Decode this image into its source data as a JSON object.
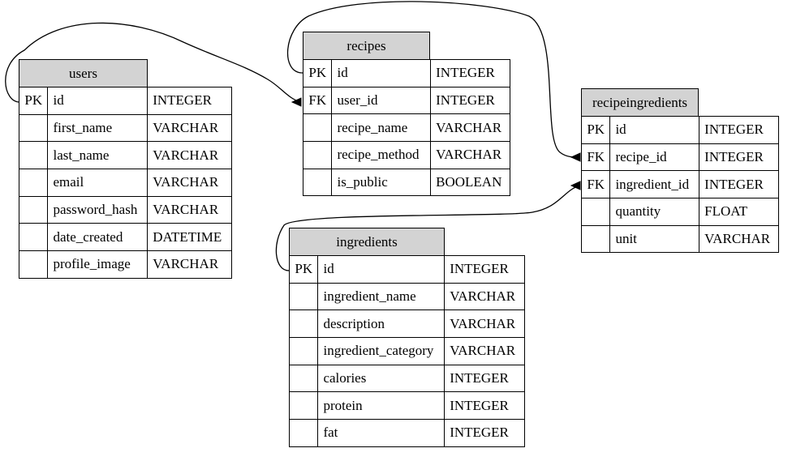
{
  "entities": {
    "users": {
      "title": "users",
      "columns": [
        {
          "key": "PK",
          "name": "id",
          "type": "INTEGER"
        },
        {
          "key": "",
          "name": "first_name",
          "type": "VARCHAR"
        },
        {
          "key": "",
          "name": "last_name",
          "type": "VARCHAR"
        },
        {
          "key": "",
          "name": "email",
          "type": "VARCHAR"
        },
        {
          "key": "",
          "name": "password_hash",
          "type": "VARCHAR"
        },
        {
          "key": "",
          "name": "date_created",
          "type": "DATETIME"
        },
        {
          "key": "",
          "name": "profile_image",
          "type": "VARCHAR"
        }
      ]
    },
    "recipes": {
      "title": "recipes",
      "columns": [
        {
          "key": "PK",
          "name": "id",
          "type": "INTEGER"
        },
        {
          "key": "FK",
          "name": "user_id",
          "type": "INTEGER"
        },
        {
          "key": "",
          "name": "recipe_name",
          "type": "VARCHAR"
        },
        {
          "key": "",
          "name": "recipe_method",
          "type": "VARCHAR"
        },
        {
          "key": "",
          "name": "is_public",
          "type": "BOOLEAN"
        }
      ]
    },
    "recipeingredients": {
      "title": "recipeingredients",
      "columns": [
        {
          "key": "PK",
          "name": "id",
          "type": "INTEGER"
        },
        {
          "key": "FK",
          "name": "recipe_id",
          "type": "INTEGER"
        },
        {
          "key": "FK",
          "name": "ingredient_id",
          "type": "INTEGER"
        },
        {
          "key": "",
          "name": "quantity",
          "type": "FLOAT"
        },
        {
          "key": "",
          "name": "unit",
          "type": "VARCHAR"
        }
      ]
    },
    "ingredients": {
      "title": "ingredients",
      "columns": [
        {
          "key": "PK",
          "name": "id",
          "type": "INTEGER"
        },
        {
          "key": "",
          "name": "ingredient_name",
          "type": "VARCHAR"
        },
        {
          "key": "",
          "name": "description",
          "type": "VARCHAR"
        },
        {
          "key": "",
          "name": "ingredient_category",
          "type": "VARCHAR"
        },
        {
          "key": "",
          "name": "calories",
          "type": "INTEGER"
        },
        {
          "key": "",
          "name": "protein",
          "type": "INTEGER"
        },
        {
          "key": "",
          "name": "fat",
          "type": "INTEGER"
        }
      ]
    }
  },
  "relationships": [
    {
      "from": "users.id",
      "to": "recipes.user_id"
    },
    {
      "from": "recipes.id",
      "to": "recipeingredients.recipe_id"
    },
    {
      "from": "ingredients.id",
      "to": "recipeingredients.ingredient_id"
    }
  ],
  "colors": {
    "header_fill": "#d3d3d3",
    "line": "#000000",
    "background": "#ffffff"
  }
}
